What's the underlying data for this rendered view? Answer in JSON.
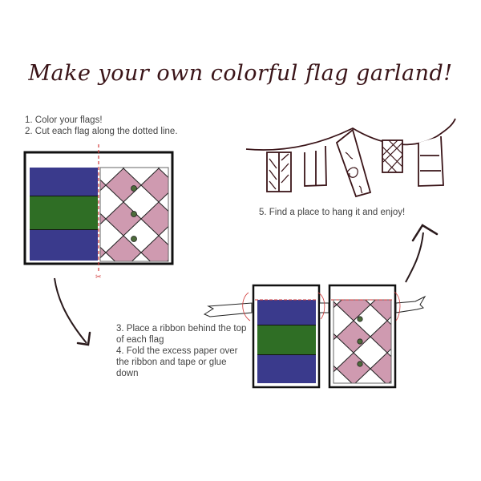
{
  "title": "Make your own colorful flag garland!",
  "steps": {
    "step1": "1. Color your flags!",
    "step2": "2. Cut each flag along the dotted line.",
    "step3": "3. Place a ribbon behind the top of each flag",
    "step4": "4. Fold the excess paper over the ribbon and tape or glue down",
    "step5": "5. Find a place to hang  it and enjoy!"
  },
  "colors": {
    "navy": "#3a3a8c",
    "green": "#2f6e25",
    "pink": "#cf9ab0",
    "dot": "#4c6b3a",
    "outline": "#111111",
    "cut_line": "#d23a3a",
    "ink": "#3a1418"
  },
  "illustrations": {
    "uncut_sheet": {
      "left_flag": [
        "navy",
        "green",
        "navy"
      ],
      "right_flag": "argyle-pink"
    },
    "garland_flags": [
      "diagonal-stripes",
      "vertical-stripes",
      "floral",
      "crosshatch",
      "horizontal-stripes"
    ]
  }
}
